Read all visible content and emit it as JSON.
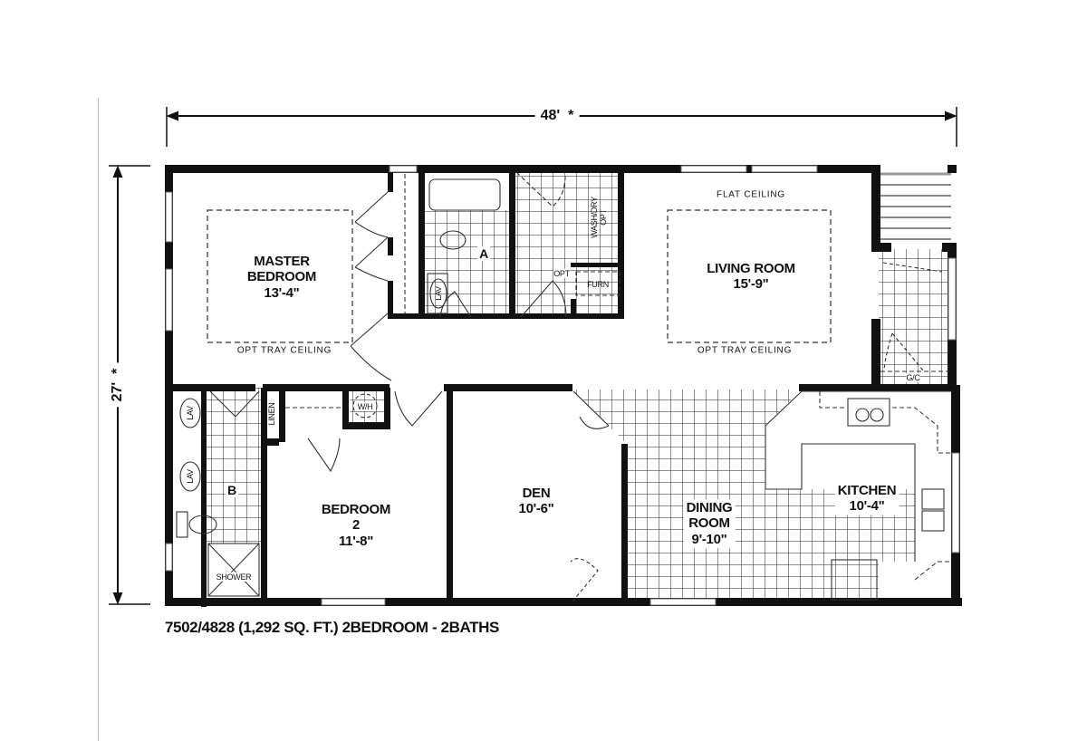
{
  "plan": {
    "overall_width": "48'",
    "overall_depth": "27'",
    "dimension_mark": "*",
    "caption": "7502/4828 (1,292 SQ. FT.) 2BEDROOM - 2BATHS"
  },
  "rooms": {
    "master_bedroom": {
      "name_line1": "MASTER",
      "name_line2": "BEDROOM",
      "size": "13'-4\"",
      "note": "OPT TRAY CEILING"
    },
    "living_room": {
      "name": "LIVING ROOM",
      "size": "15'-9\"",
      "note_top": "FLAT CEILING",
      "note_bottom": "OPT TRAY CEILING"
    },
    "bedroom_2": {
      "name_line1": "BEDROOM",
      "name_line2": "2",
      "size": "11'-8\""
    },
    "den": {
      "name": "DEN",
      "size": "10'-6\""
    },
    "dining_room": {
      "name_line1": "DINING",
      "name_line2": "ROOM",
      "size": "9'-10\""
    },
    "kitchen": {
      "name": "KITCHEN",
      "size": "10'-4\""
    },
    "bath_a": {
      "tag": "A",
      "lav": "LAV"
    },
    "bath_b": {
      "tag": "B",
      "lav1": "LAV",
      "lav2": "LAV",
      "shower": "SHOWER"
    },
    "utility": {
      "washer_dryer_line1": "WASH/DRY",
      "washer_dryer_line2": "OPT",
      "opt": "OPT",
      "furnace": "FURN"
    },
    "linen": "LINEN",
    "water_heater": "W/H",
    "coat_closet": "G/C"
  }
}
